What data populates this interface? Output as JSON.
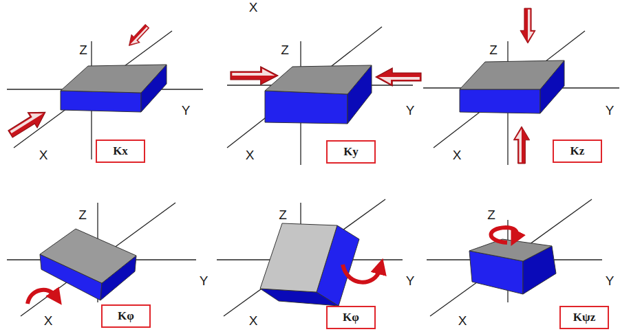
{
  "diagram": {
    "nodes": [
      {
        "text": [
          "Kx"
        ]
      },
      {
        "text": [
          "Ky"
        ]
      },
      {
        "text": [
          "Kz"
        ]
      },
      {
        "text": [
          "Kφ"
        ]
      },
      {
        "text": [
          "Kφ"
        ]
      },
      {
        "text": [
          "Kψz"
        ]
      }
    ],
    "labels": [
      "X",
      "Z",
      "Y",
      "X",
      "Z",
      "Y",
      "X",
      "Z",
      "Y",
      "X",
      "Z",
      "Y",
      "X",
      "Z",
      "Y",
      "X",
      "Z",
      "Y",
      "X"
    ]
  }
}
